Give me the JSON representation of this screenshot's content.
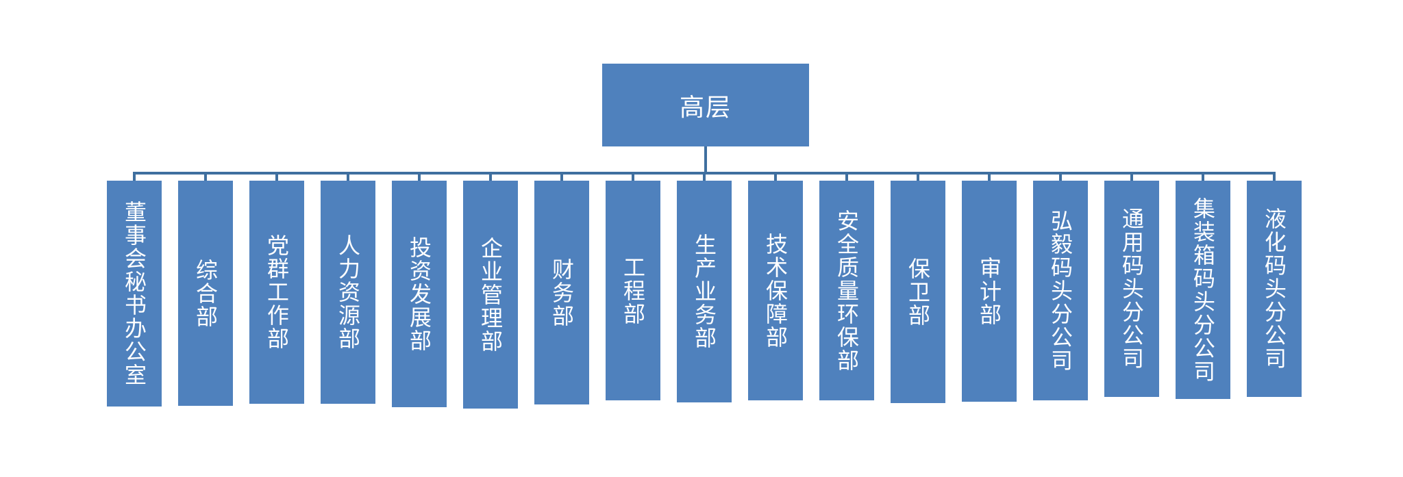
{
  "org_chart": {
    "root": "高层",
    "colors": {
      "box_fill": "#4f81bd",
      "connector": "#3f6f9f",
      "text": "#ffffff",
      "background": "#ffffff"
    },
    "departments": [
      "董事会秘书办公室",
      "综合部",
      "党群工作部",
      "人力资源部",
      "投资发展部",
      "企业管理部",
      "财务部",
      "工程部",
      "生产业务部",
      "技术保障部",
      "安全质量环保部",
      "保卫部",
      "审计部",
      "弘毅码头分公司",
      "通用码头分公司",
      "集装箱码头分公司",
      "液化码头分公司"
    ]
  }
}
